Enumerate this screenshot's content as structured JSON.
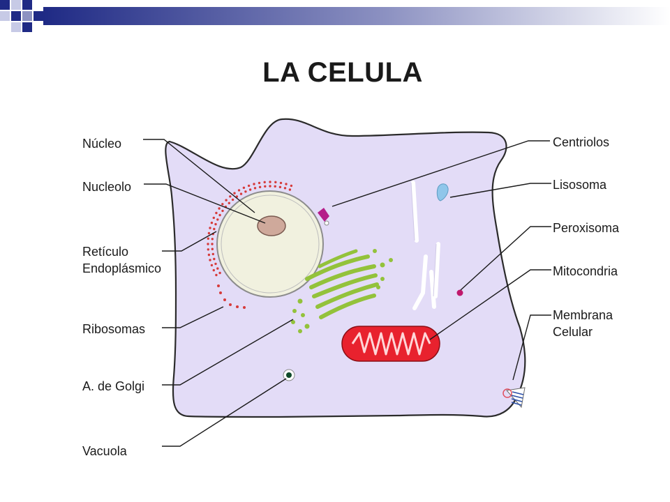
{
  "title": "LA CELULA",
  "colors": {
    "cytoplasm": "#e3dcf7",
    "nucleus": "#f1f1df",
    "nucleolus": "#cfa99b",
    "golgi": "#93c23b",
    "mitochondria": "#e8222e",
    "reticulum": "#d63b3b",
    "lysosome": "#8fc6ea",
    "centrioles": "#b51c89",
    "peroxisome": "#c0186c",
    "vacuole": "#0f4a2a",
    "header_blue": "#1f2a85"
  },
  "labels": {
    "left": {
      "nucleo": "Núcleo",
      "nucleolo": "Nucleolo",
      "reticulo_1": "Retículo",
      "reticulo_2": "Endoplásmico",
      "ribosomas": "Ribosomas",
      "golgi": "A. de Golgi",
      "vacuola": "Vacuola"
    },
    "right": {
      "centriolos": "Centriolos",
      "lisosoma": "Lisosoma",
      "peroxisoma": "Peroxisoma",
      "mitocondria": "Mitocondria",
      "membrana_1": "Membrana",
      "membrana_2": "Celular"
    }
  }
}
